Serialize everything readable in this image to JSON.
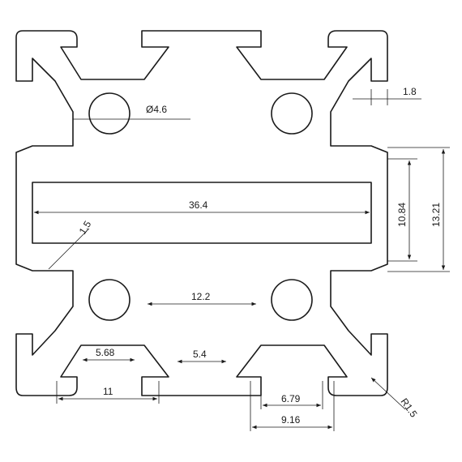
{
  "drawing": {
    "dimensions": {
      "hole_diameter": "Ø4.6",
      "slot_lip": "1.8",
      "overall_width": "36.4",
      "slot_opening_height": "10.84",
      "slot_outer_height": "13.21",
      "wall_thickness": "1.5",
      "core_gap": "12.2",
      "inner_slot_width": "5.68",
      "center_slot_width": "5.4",
      "slot_outer_width": "11",
      "slot_width_a": "6.79",
      "slot_width_b": "9.16",
      "corner_radius": "R1.5"
    }
  }
}
